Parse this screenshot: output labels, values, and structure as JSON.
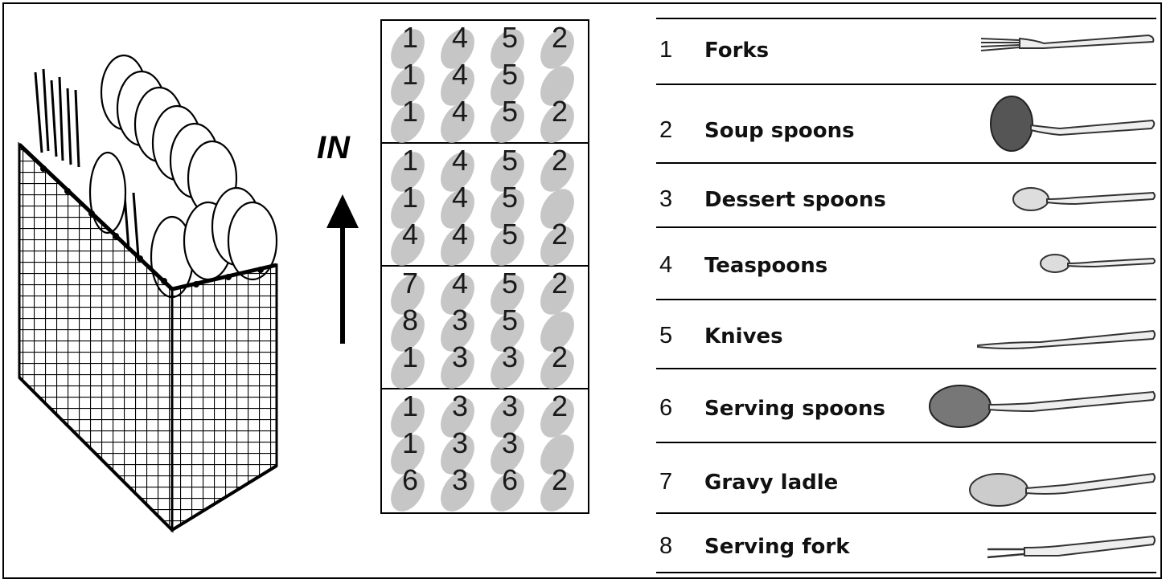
{
  "direction_label": "IN",
  "grid_sections": [
    [
      [
        "1",
        "4",
        "5",
        "2"
      ],
      [
        "1",
        "4",
        "5",
        ""
      ],
      [
        "1",
        "4",
        "5",
        "2"
      ]
    ],
    [
      [
        "1",
        "4",
        "5",
        "2"
      ],
      [
        "1",
        "4",
        "5",
        ""
      ],
      [
        "4",
        "4",
        "5",
        "2"
      ]
    ],
    [
      [
        "7",
        "4",
        "5",
        "2"
      ],
      [
        "8",
        "3",
        "5",
        ""
      ],
      [
        "1",
        "3",
        "3",
        "2"
      ]
    ],
    [
      [
        "1",
        "3",
        "3",
        "2"
      ],
      [
        "1",
        "3",
        "3",
        ""
      ],
      [
        "6",
        "3",
        "6",
        "2"
      ]
    ]
  ],
  "legend": [
    {
      "number": "1",
      "name": "Forks",
      "icon": "fork-icon"
    },
    {
      "number": "2",
      "name": "Soup spoons",
      "icon": "soup-spoon-icon"
    },
    {
      "number": "3",
      "name": "Dessert spoons",
      "icon": "dessert-spoon-icon"
    },
    {
      "number": "4",
      "name": "Teaspoons",
      "icon": "teaspoon-icon"
    },
    {
      "number": "5",
      "name": "Knives",
      "icon": "knife-icon"
    },
    {
      "number": "6",
      "name": "Serving spoons",
      "icon": "serving-spoon-icon"
    },
    {
      "number": "7",
      "name": "Gravy ladle",
      "icon": "ladle-icon"
    },
    {
      "number": "8",
      "name": "Serving fork",
      "icon": "serving-fork-icon"
    }
  ]
}
